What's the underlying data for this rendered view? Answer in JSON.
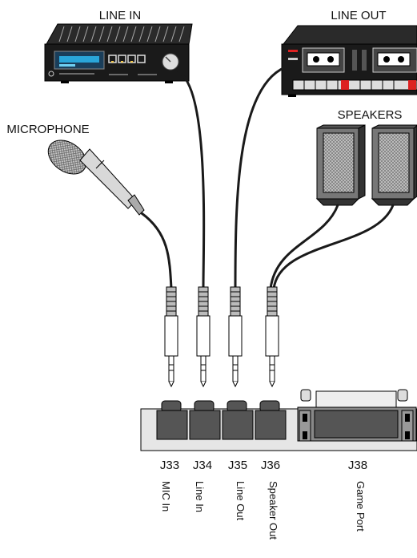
{
  "devices": {
    "line_in": "LINE IN",
    "line_out": "LINE OUT",
    "speakers": "SPEAKERS",
    "microphone": "MICROPHONE"
  },
  "jacks": [
    {
      "id": "J33",
      "name": "MIC In"
    },
    {
      "id": "J34",
      "name": "Line In"
    },
    {
      "id": "J35",
      "name": "Line Out"
    },
    {
      "id": "J36",
      "name": "Speaker Out"
    },
    {
      "id": "J38",
      "name": "Game Port"
    }
  ],
  "colors": {
    "ink": "#111111",
    "board": "#e6e6e6",
    "device_body": "#1a1a1a",
    "display": "#2aa6d9"
  }
}
